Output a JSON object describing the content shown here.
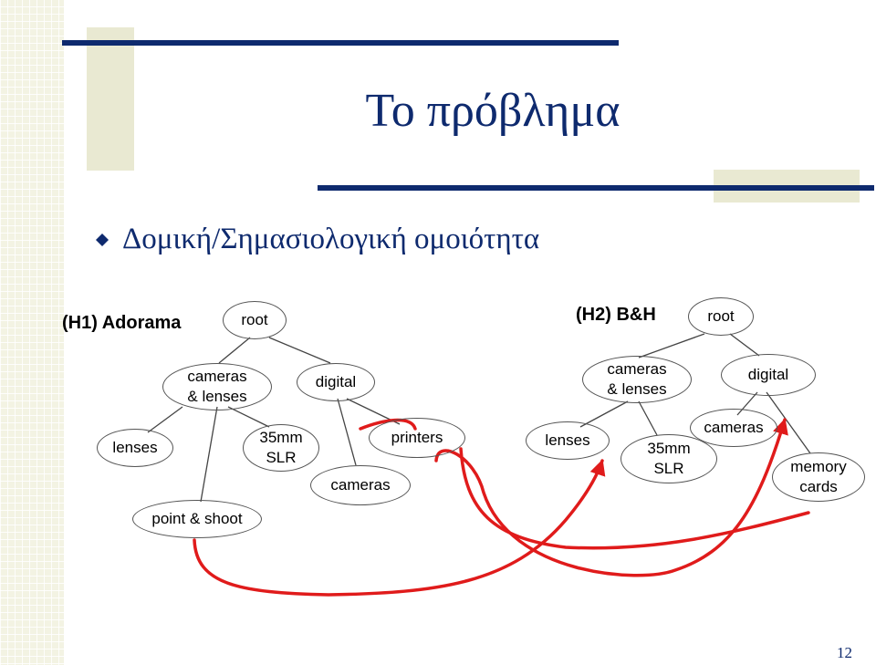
{
  "slide": {
    "title": "Το πρόβλημα",
    "bullet": "Δομική/Σημασιολογική ομοιότητα",
    "page_number": "12"
  },
  "tree1": {
    "heading": "(H1) Adorama",
    "nodes": {
      "root": "root",
      "cameras_lenses": "cameras\n& lenses",
      "digital": "digital",
      "lenses": "lenses",
      "slr": "35mm\nSLR",
      "point_shoot": "point & shoot",
      "printers": "printers",
      "cameras": "cameras"
    }
  },
  "tree2": {
    "heading": "(H2) B&H",
    "nodes": {
      "root": "root",
      "cameras_lenses": "cameras\n& lenses",
      "digital": "digital",
      "lenses": "lenses",
      "slr": "35mm\nSLR",
      "cameras": "cameras",
      "memory_cards": "memory\ncards"
    }
  },
  "colors": {
    "title": "#0e2a6e",
    "mapping_arrows": "#e01b1b"
  }
}
